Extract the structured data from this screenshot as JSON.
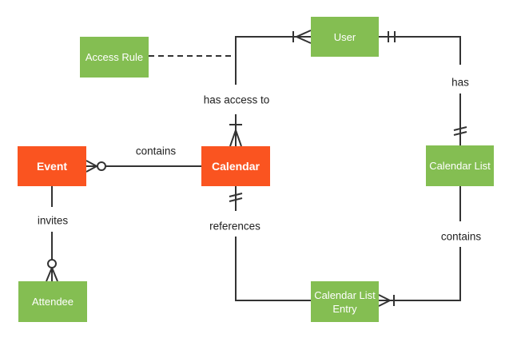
{
  "diagram": {
    "type": "entity-relationship-diagram",
    "colors": {
      "entity_green": "#84be52",
      "entity_orange": "#fa5420",
      "line": "#333333",
      "label_text": "#212121",
      "background": "#ffffff"
    },
    "entities": [
      {
        "id": "access-rule",
        "label": "Access Rule",
        "color": "green"
      },
      {
        "id": "user",
        "label": "User",
        "color": "green"
      },
      {
        "id": "event",
        "label": "Event",
        "color": "orange"
      },
      {
        "id": "calendar",
        "label": "Calendar",
        "color": "orange"
      },
      {
        "id": "calendar-list",
        "label": "Calendar List",
        "color": "green"
      },
      {
        "id": "attendee",
        "label": "Attendee",
        "color": "green"
      },
      {
        "id": "calendar-list-entry",
        "label": "Calendar List Entry",
        "color": "green"
      }
    ],
    "relationships": [
      {
        "id": "contains-event",
        "label": "contains",
        "from": "calendar",
        "to": "event",
        "end_symbol": "zero-or-many at Event"
      },
      {
        "id": "has-access-to",
        "label": "has access to",
        "from": "user",
        "to": "calendar",
        "end_symbol": "one-or-many at User, one-or-many at Calendar"
      },
      {
        "id": "access-rule-link",
        "label": "",
        "from": "access-rule",
        "to": "has-access-to line",
        "end_symbol": "dashed association"
      },
      {
        "id": "has",
        "label": "has",
        "from": "user",
        "to": "calendar-list",
        "end_symbol": "exactly-one at User, exactly-one at Calendar List"
      },
      {
        "id": "references",
        "label": "references",
        "from": "calendar-list-entry",
        "to": "calendar",
        "end_symbol": "exactly-one at Calendar"
      },
      {
        "id": "contains-entry",
        "label": "contains",
        "from": "calendar-list",
        "to": "calendar-list-entry",
        "end_symbol": "one-or-many at Calendar List Entry"
      },
      {
        "id": "invites",
        "label": "invites",
        "from": "event",
        "to": "attendee",
        "end_symbol": "zero-or-many at Attendee"
      }
    ]
  }
}
